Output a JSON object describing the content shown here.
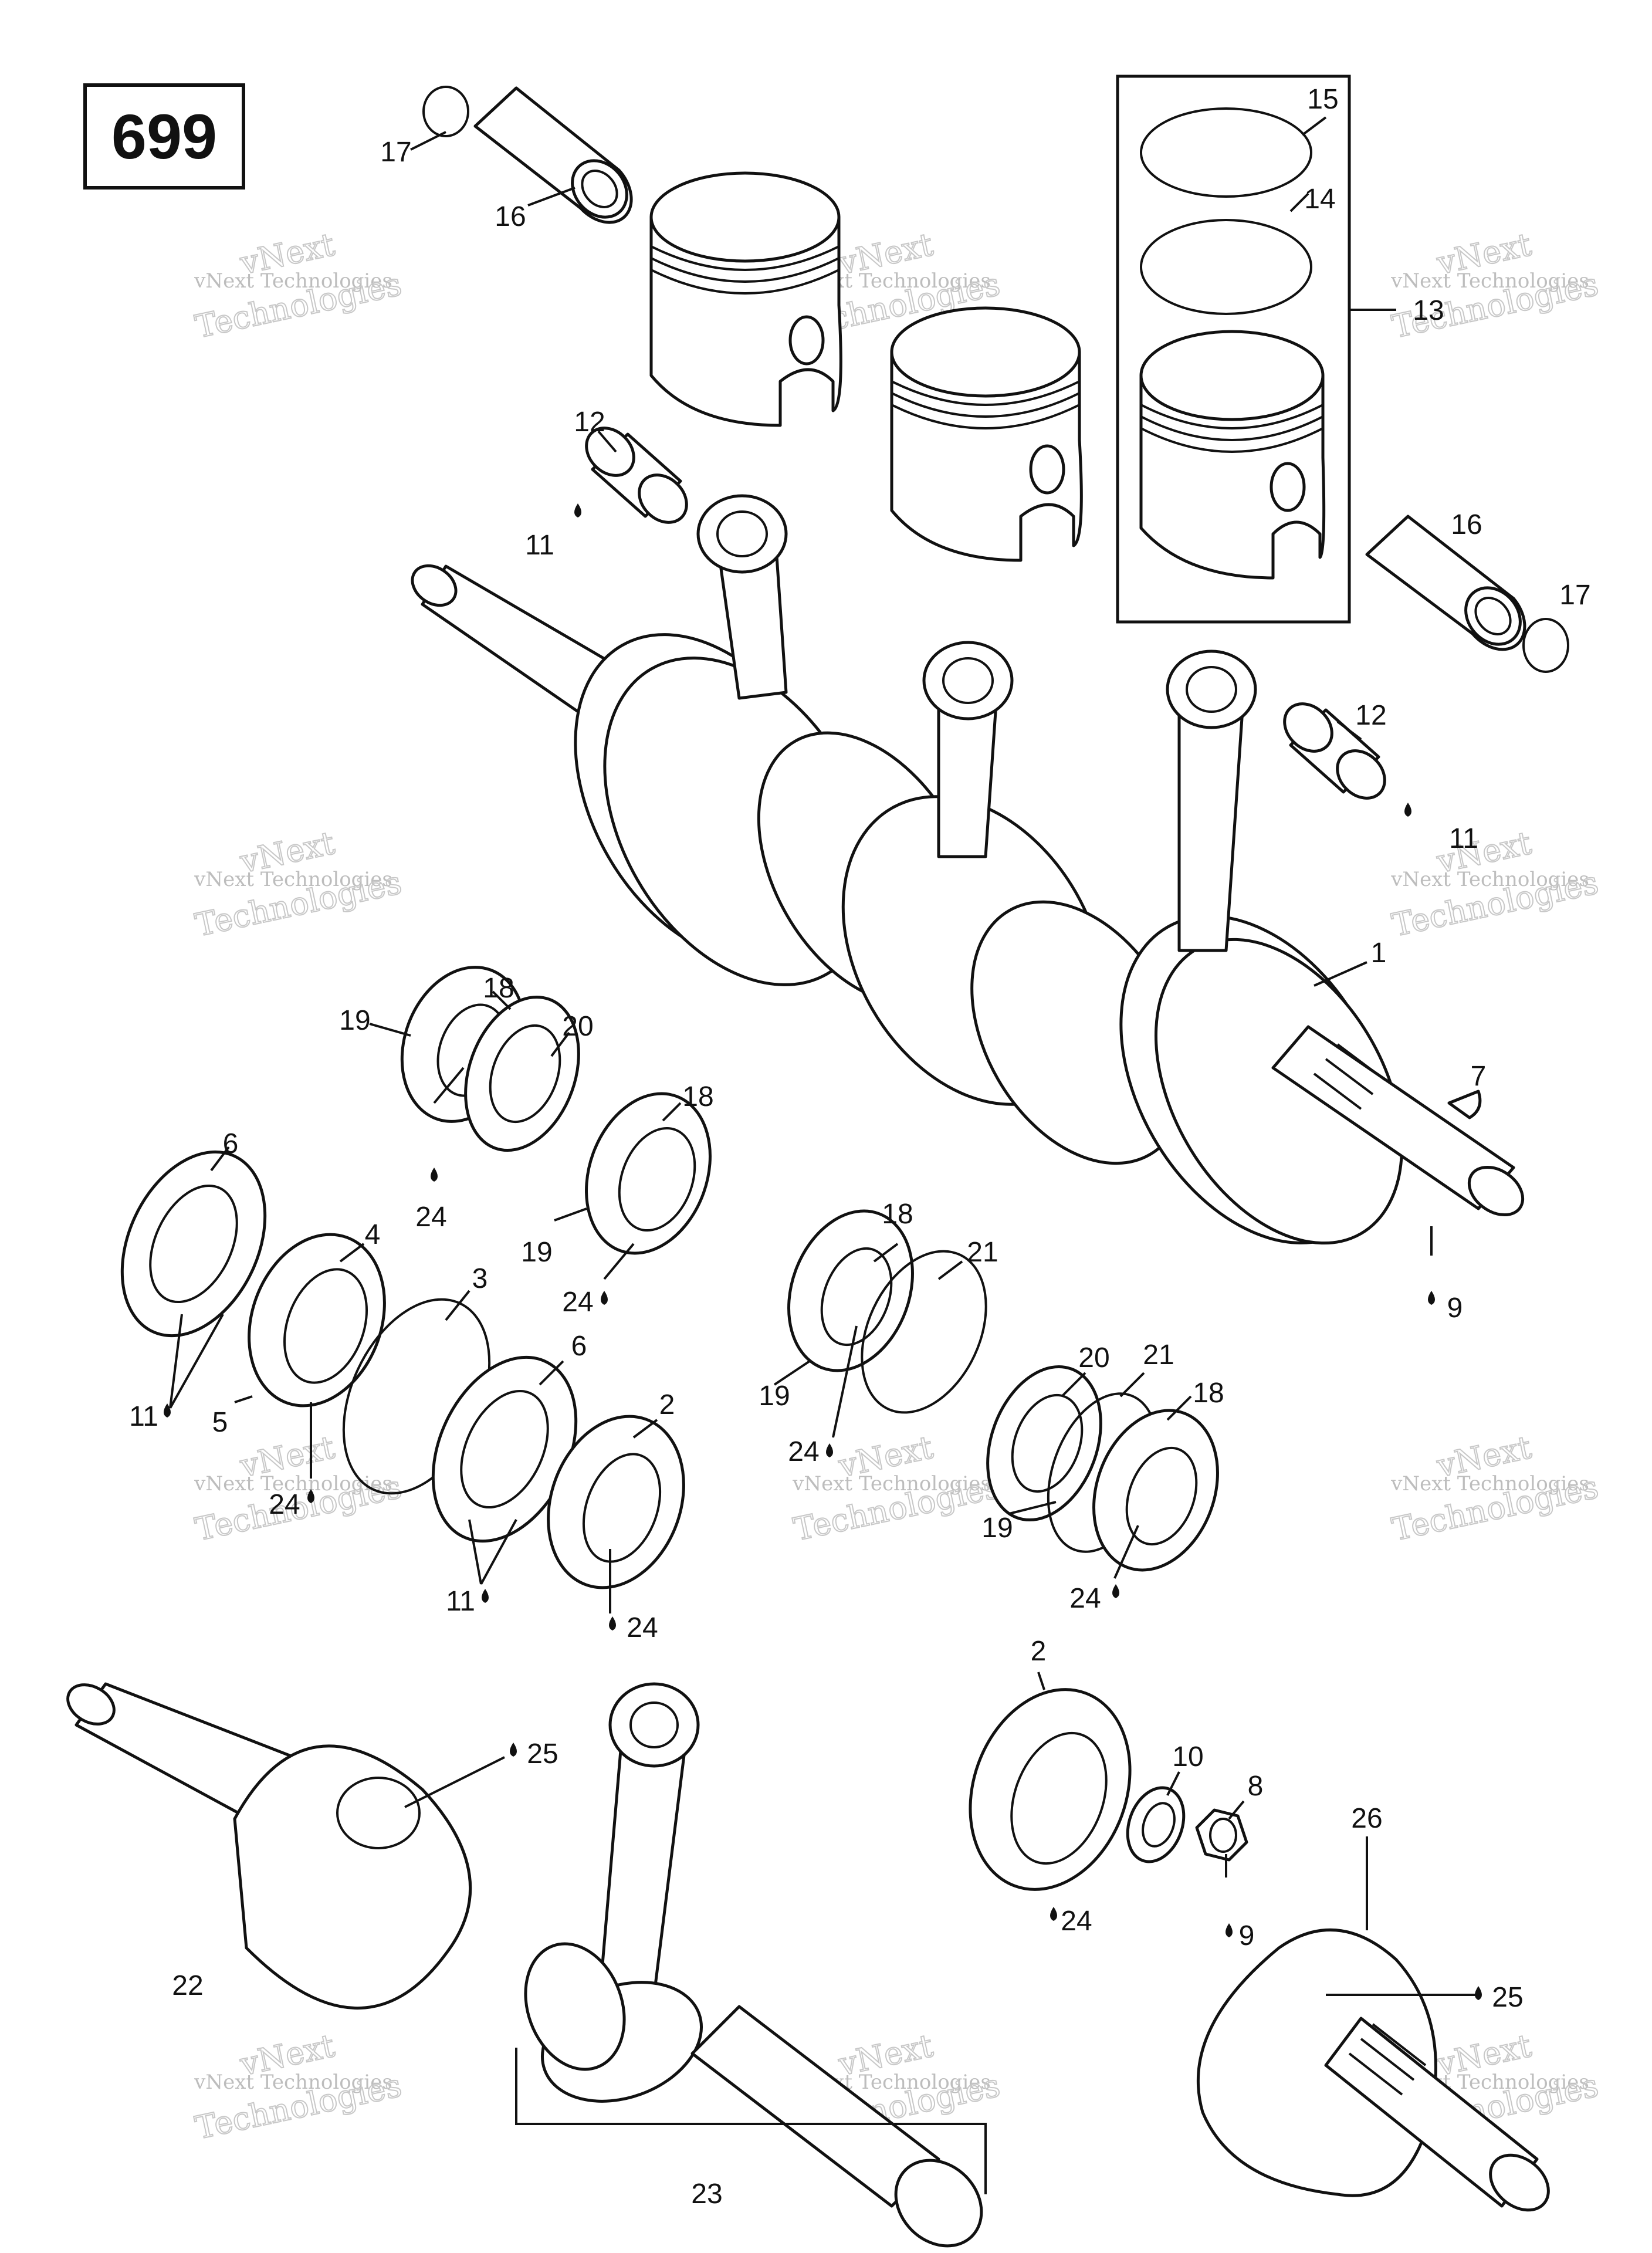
{
  "page_number": "699",
  "watermark": {
    "brand_line1": "vNext Technologies",
    "brand_line2": "vNext",
    "brand_line3": "Technologies"
  },
  "part_labels": {
    "crankshaft": "1",
    "ball_bearing_2": "2",
    "o_ring": "3",
    "ball_bearing_4": "4",
    "dowel_pin_5": "5",
    "oil_seal": "6",
    "woodruff_key": "7",
    "nut": "8",
    "lubricant_9": "9",
    "lock_washer": "10",
    "lubricant_11": "11",
    "needle_bearing": "12",
    "piston_kit": "13",
    "ring_14": "14",
    "ring_15": "15",
    "piston_pin": "16",
    "circlip": "17",
    "bearing_18": "18",
    "pin_19": "19",
    "seal_20": "20",
    "ring_21": "21",
    "crank_half": "22",
    "connecting_rod_kit": "23",
    "lubricant_24": "24",
    "lubricant_25": "25",
    "crank_pto_half": "26"
  },
  "icons": {
    "lubricant": "drop-icon"
  }
}
